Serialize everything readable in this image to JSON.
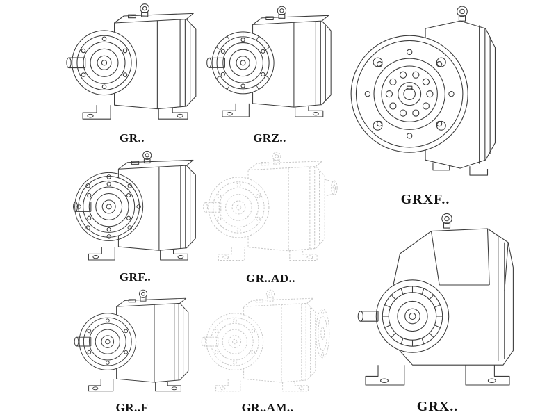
{
  "page": {
    "background": "#ffffff"
  },
  "colors": {
    "line": "#3c3c3c",
    "ghost_line": "#c6c6c6",
    "label_text": "#121212"
  },
  "products": [
    {
      "id": "gr",
      "label": "GR..",
      "drawing": "helical-gearbox-side-view",
      "line_style": "solid"
    },
    {
      "id": "grz",
      "label": "GRZ..",
      "drawing": "helical-gearbox-side-view-finned",
      "line_style": "solid"
    },
    {
      "id": "grxf",
      "label": "GRXF..",
      "drawing": "helical-gearbox-front-flange-view",
      "line_style": "solid"
    },
    {
      "id": "grf",
      "label": "GRF..",
      "drawing": "helical-gearbox-flange-side-view",
      "line_style": "solid"
    },
    {
      "id": "grad",
      "label": "GR..AD..",
      "drawing": "helical-gearbox-with-input-adapter",
      "line_style": "dashed"
    },
    {
      "id": "grff",
      "label": "GR..F",
      "drawing": "helical-gearbox-foot-mounted",
      "line_style": "solid"
    },
    {
      "id": "gram",
      "label": "GR..AM..",
      "drawing": "helical-gearbox-with-motor-adapter",
      "line_style": "dashed"
    },
    {
      "id": "grx",
      "label": "GRX..",
      "drawing": "helical-gearbox-large-three-quarter",
      "line_style": "solid"
    }
  ]
}
